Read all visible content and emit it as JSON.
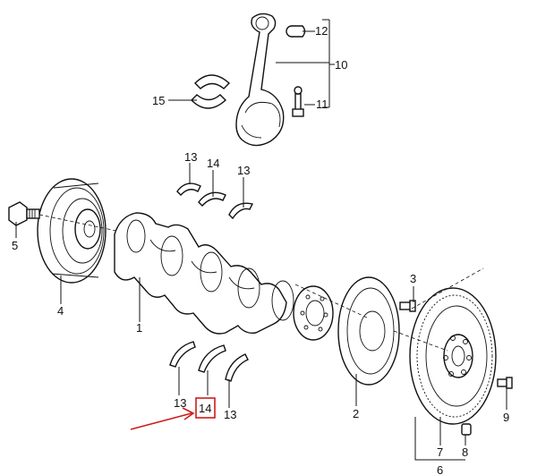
{
  "callouts": {
    "c1": "1",
    "c2": "2",
    "c3": "3",
    "c4": "4",
    "c5": "5",
    "c6": "6",
    "c7": "7",
    "c8": "8",
    "c9": "9",
    "c10": "10",
    "c11": "11",
    "c12": "12",
    "c13a": "13",
    "c13b": "13",
    "c13c": "13",
    "c13d": "13",
    "c14a": "14",
    "c14b": "14",
    "c15": "15"
  },
  "highlight": {
    "target": "14",
    "color": "#d11a1a"
  }
}
